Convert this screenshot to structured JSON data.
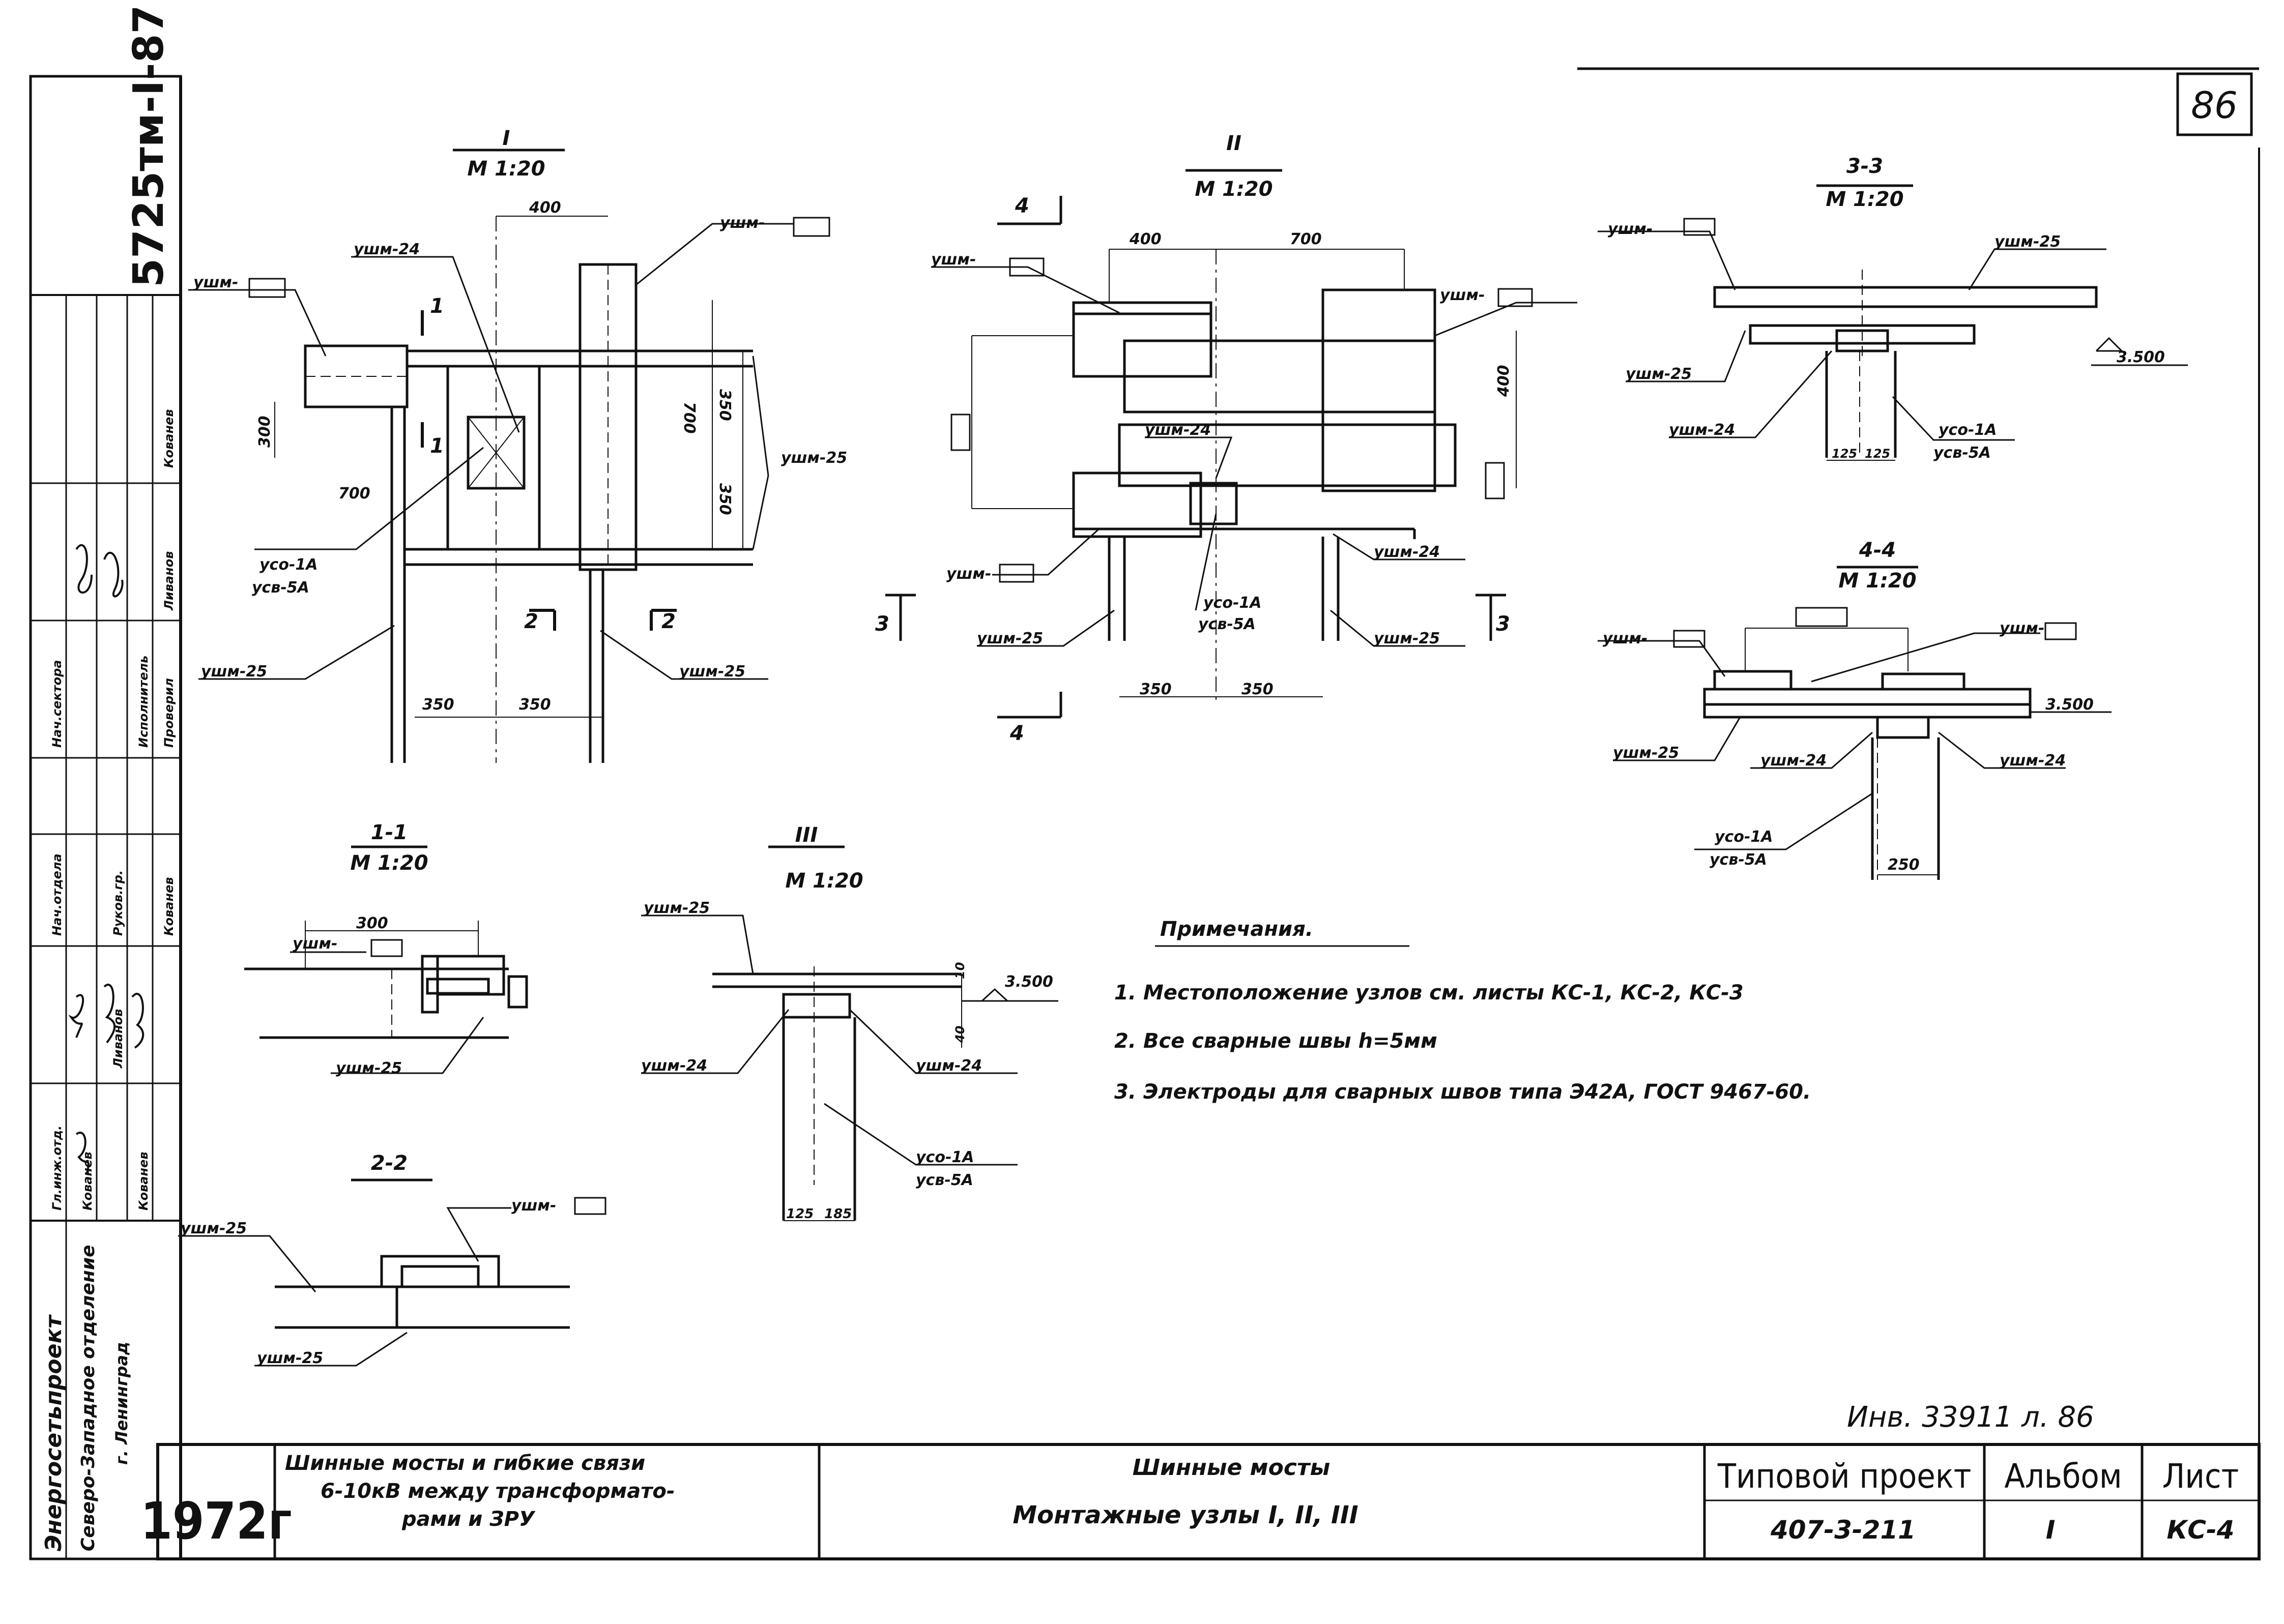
{
  "sheet": {
    "number": "86",
    "side_stamp": "5725тм-I-87",
    "org_line1": "Энергосетьпроект",
    "org_line2": "Северо-Западное отделение",
    "org_line3": "г. Ленинград",
    "year": "1972г",
    "signature_rows": [
      {
        "role": "Гл.инж.отд.",
        "name": "Кованев"
      },
      {
        "role": "Нач.отдела",
        "name": "Кованев"
      },
      {
        "role": "Нач.сектора",
        "name": "Кованев"
      },
      {
        "role": "Руков.гр.",
        "name": "Ливанов"
      },
      {
        "role": "Исполнитель",
        "name": "Кованев"
      },
      {
        "role": "Проверил",
        "name": "Ливанов"
      }
    ]
  },
  "views": {
    "v1": {
      "title": "I",
      "scale": "М 1:20"
    },
    "v2": {
      "title": "II",
      "scale": "М 1:20"
    },
    "v3": {
      "title": "III",
      "scale": "М 1:20"
    },
    "s11": {
      "title": "1-1",
      "scale": "М 1:20"
    },
    "s22": {
      "title": "2-2"
    },
    "s33": {
      "title": "3-3",
      "scale": "М 1:20"
    },
    "s44": {
      "title": "4-4",
      "scale": "М 1:20"
    }
  },
  "labels": {
    "ushm": "ушм-",
    "ushm24": "ушм-24",
    "ushm25": "ушм-25",
    "usc1a": "усо-1А",
    "usb5a": "усв-5А",
    "d400": "400",
    "d700": "700",
    "d350": "350",
    "d300": "300",
    "d125": "125",
    "d185": "185",
    "d250": "250",
    "d40": "40",
    "d10": "10",
    "elev": "3.500",
    "cut1": "1",
    "cut2": "2",
    "cut3": "3",
    "cut4": "4"
  },
  "notes": {
    "heading": "Примечания.",
    "items": [
      "1. Местоположение узлов см. листы КС-1, КС-2, КС-3",
      "2. Все сварные швы h=5мм",
      "3. Электроды для сварных швов типа Э42А, ГОСТ 9467-60."
    ]
  },
  "inv_number": "Инв. 33911 л. 86",
  "title_block": {
    "desc_line1": "Шинные мосты и гибкие связи",
    "desc_line2": "6-10кВ между трансформато-",
    "desc_line3": "рами и ЗРУ",
    "name_line1": "Шинные мосты",
    "name_line2": "Монтажные узлы I, II, III",
    "project_label": "Типовой проект",
    "project_number": "407-3-211",
    "album_label": "Альбом",
    "album_value": "I",
    "sheet_label": "Лист",
    "sheet_value": "КС-4"
  }
}
